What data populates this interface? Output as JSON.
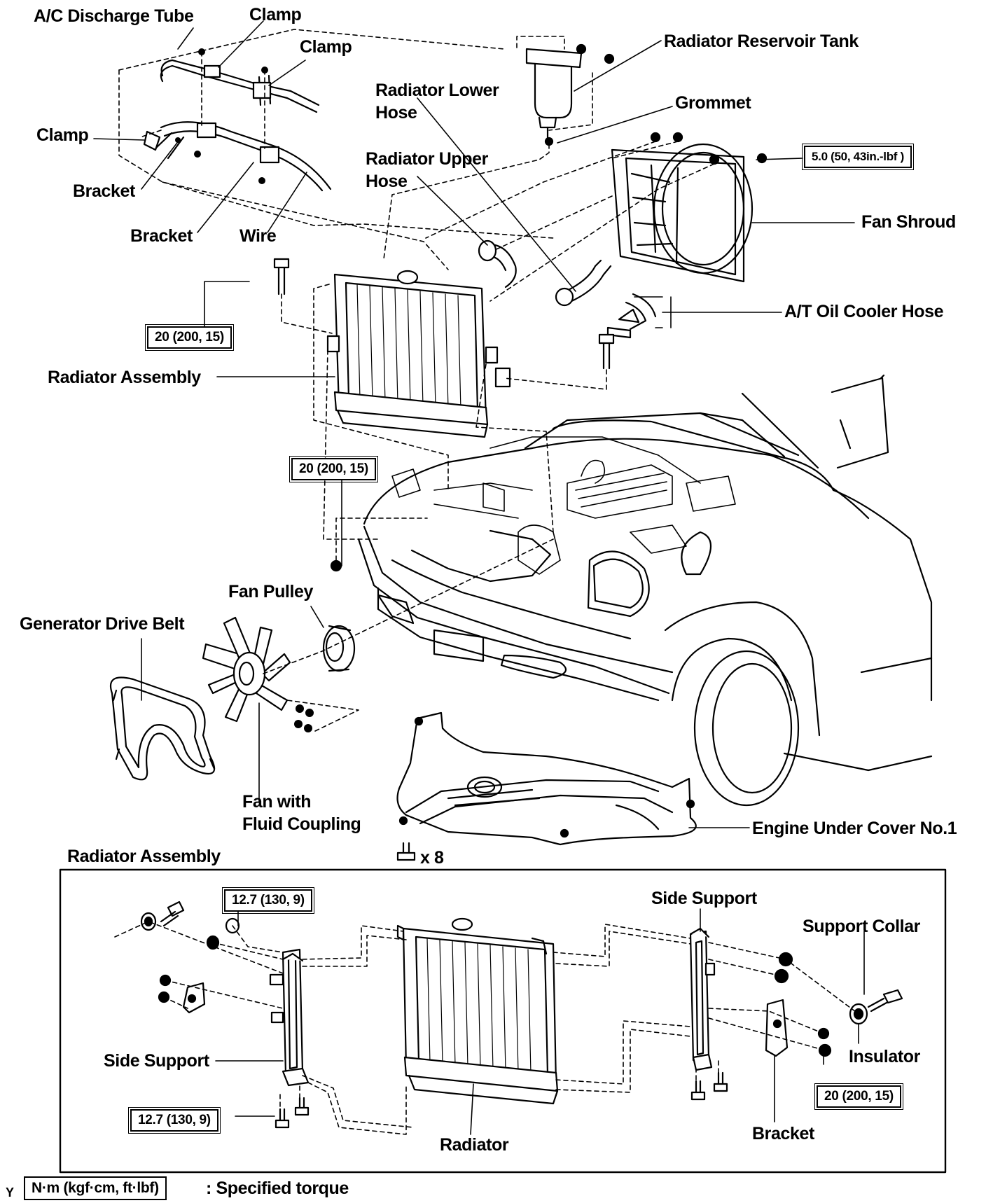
{
  "labels": {
    "ac_discharge_tube": "A/C Discharge Tube",
    "clamp_top": "Clamp",
    "clamp_mid": "Clamp",
    "clamp_left": "Clamp",
    "bracket_left": "Bracket",
    "bracket_mid": "Bracket",
    "wire": "Wire",
    "radiator_reservoir_tank": "Radiator Reservoir Tank",
    "radiator_lower_hose_1": "Radiator Lower",
    "radiator_lower_hose_2": "Hose",
    "grommet": "Grommet",
    "radiator_upper_hose_1": "Radiator Upper",
    "radiator_upper_hose_2": "Hose",
    "fan_shroud": "Fan Shroud",
    "at_oil_cooler_hose": "A/T Oil Cooler Hose",
    "radiator_assembly": "Radiator Assembly",
    "fan_pulley": "Fan Pulley",
    "generator_drive_belt": "Generator Drive Belt",
    "fan_with_fluid_coupling_1": "Fan with",
    "fan_with_fluid_coupling_2": "Fluid Coupling",
    "engine_under_cover": "Engine Under Cover No.1",
    "bolt_count": "x 8",
    "inset_title": "Radiator Assembly",
    "side_support_right": "Side Support",
    "support_collar": "Support Collar",
    "side_support_left": "Side Support",
    "insulator": "Insulator",
    "radiator": "Radiator",
    "bracket_inset": "Bracket",
    "legend_mark": "Y",
    "legend_text": ": Specified torque"
  },
  "torques": {
    "shroud_bolt": "5.0 (50, 43in.-lbf )",
    "radiator_upper_bolt": "20 (200, 15)",
    "radiator_lower_bolt": "20 (200, 15)",
    "inset_upper_left": "12.7 (130, 9)",
    "inset_lower_left": "12.7 (130, 9)",
    "inset_right": "20 (200, 15)",
    "legend_units": "N·m (kgf·cm, ft·lbf)"
  }
}
